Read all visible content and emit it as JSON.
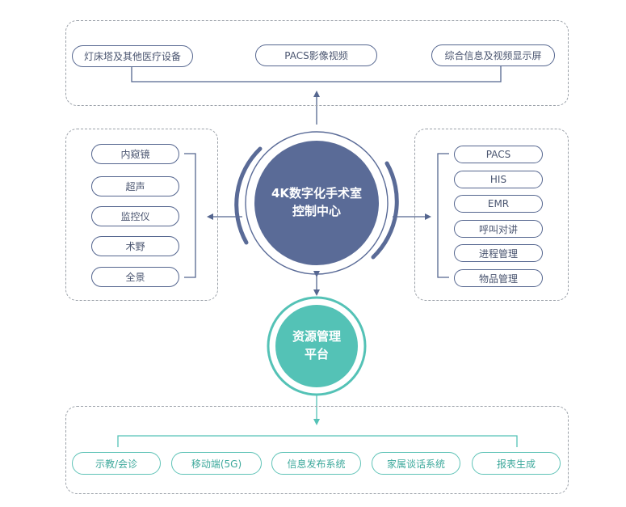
{
  "top_panel": {
    "items": [
      "灯床塔及其他医疗设备",
      "PACS影像视频",
      "综合信息及视频显示屏"
    ]
  },
  "left_panel": {
    "items": [
      "内窥镜",
      "超声",
      "监控仪",
      "术野",
      "全景"
    ]
  },
  "right_panel": {
    "items": [
      "PACS",
      "HIS",
      "EMR",
      "呼叫对讲",
      "进程管理",
      "物品管理"
    ]
  },
  "control_center": {
    "line1": "4K数字化手术室",
    "line2": "控制中心"
  },
  "resource_platform": {
    "line1": "资源管理",
    "line2": "平台"
  },
  "bottom_panel": {
    "items": [
      "示教/会诊",
      "移动端(5G)",
      "信息发布系统",
      "家属谈话系统",
      "报表生成"
    ]
  },
  "colors": {
    "navy": "#5a6b97",
    "teal": "#54c2b6",
    "border": "#9aa0a8"
  }
}
